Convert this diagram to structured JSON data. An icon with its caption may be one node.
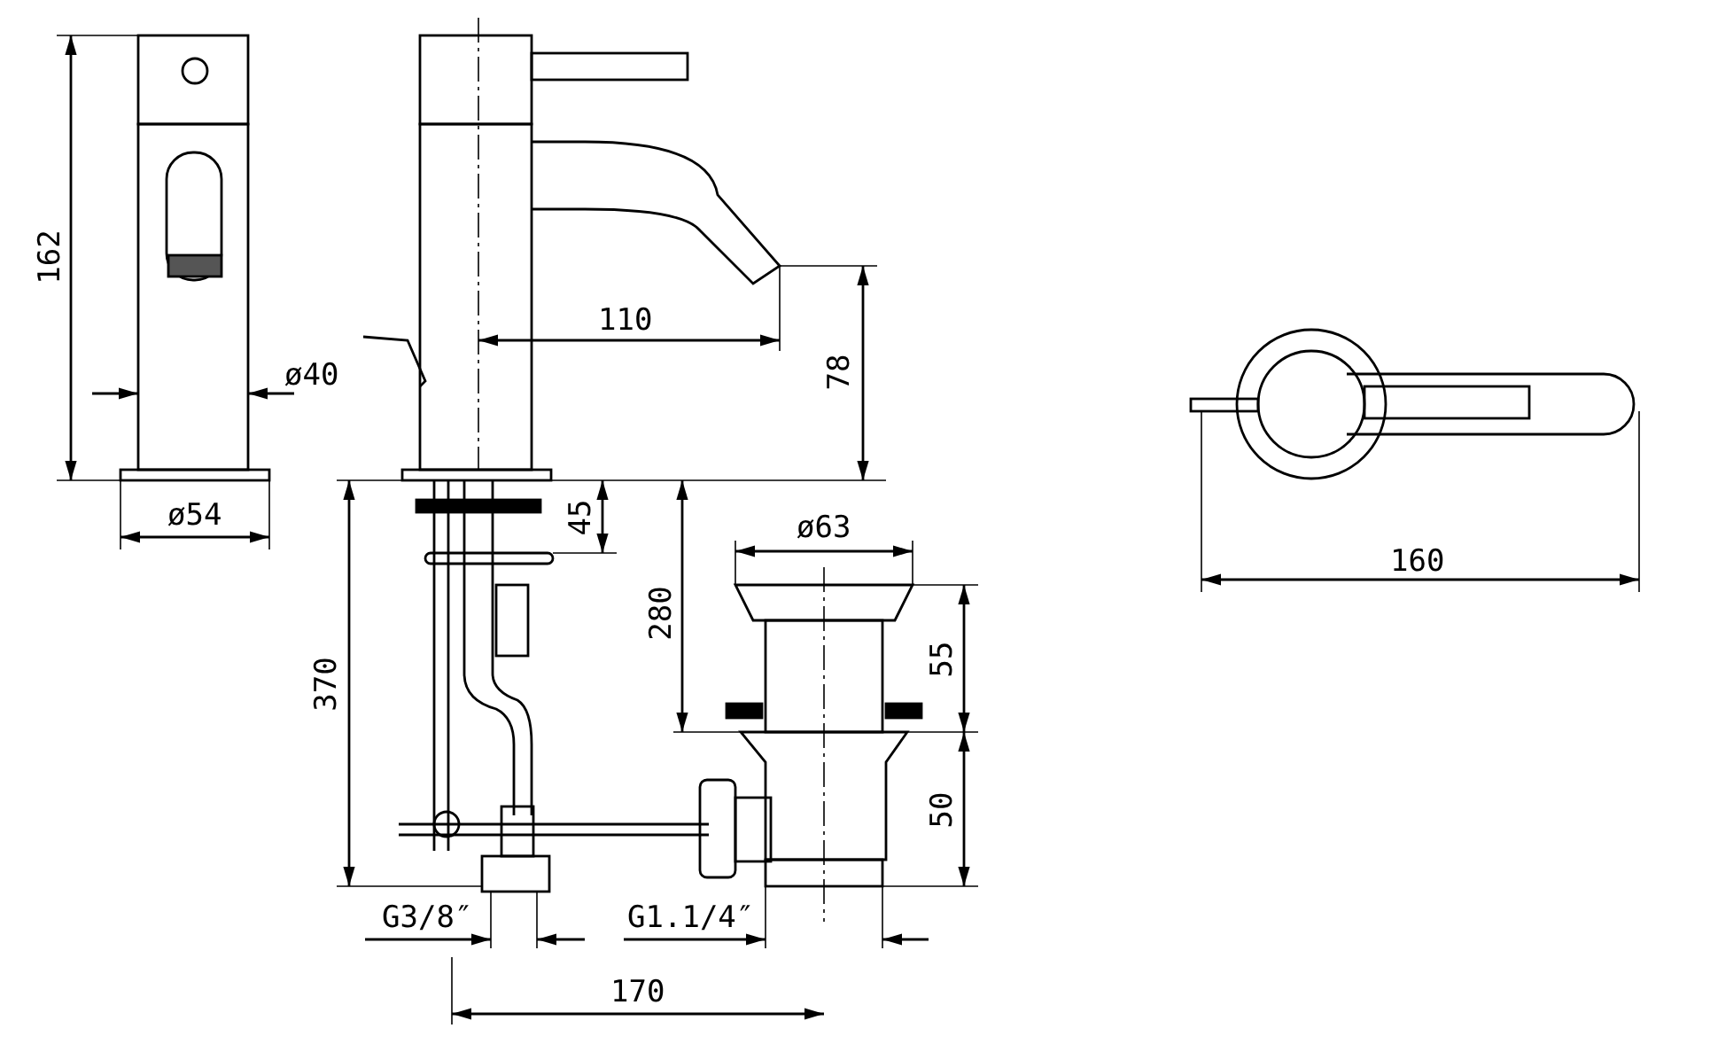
{
  "diagram": {
    "labels": [
      "162",
      "110",
      "ø40",
      "78",
      "ø54",
      "45",
      "160",
      "ø63",
      "280",
      "370",
      "55",
      "50",
      "G3/8″",
      "G1.1/4″",
      "170"
    ]
  }
}
